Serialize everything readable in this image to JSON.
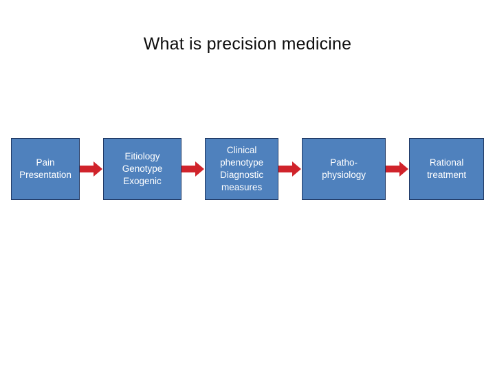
{
  "slide": {
    "title": "What is precision medicine",
    "background_color": "#ffffff",
    "title_color": "#0d0d0d"
  },
  "diagram": {
    "type": "process-flow",
    "box_fill_color": "#4f81bd",
    "box_border_color": "#1f3864",
    "box_text_color": "#ffffff",
    "arrow_color": "#d0232b",
    "steps": [
      {
        "label": "Pain\nPresentation"
      },
      {
        "label": "Eitiology\nGenotype\nExogenic"
      },
      {
        "label": "Clinical\nphenotype\nDiagnostic\nmeasures"
      },
      {
        "label": "Patho-\nphysiology"
      },
      {
        "label": "Rational\ntreatment"
      }
    ],
    "connectors": [
      {
        "name": "arrow-1"
      },
      {
        "name": "arrow-2"
      },
      {
        "name": "arrow-3"
      },
      {
        "name": "arrow-4"
      }
    ]
  }
}
